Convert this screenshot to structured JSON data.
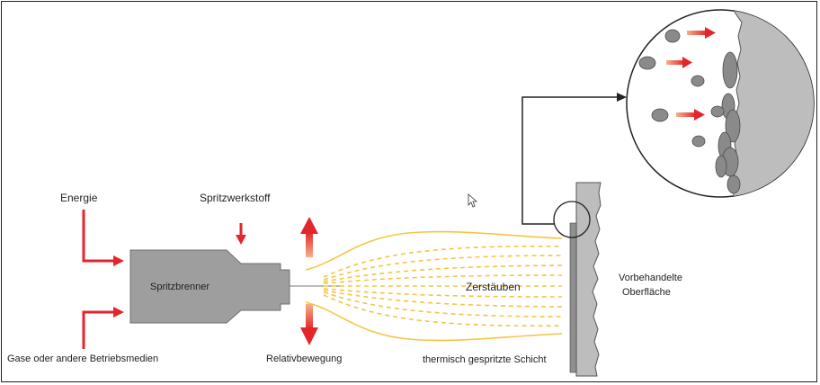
{
  "labels": {
    "energy": "Energie",
    "spray_material": "Spritzwerkstoff",
    "torch": "Spritzbrenner",
    "gases": "Gase oder andere Betriebsmedien",
    "relative_motion": "Relativbewegung",
    "atomizing": "Zerstäuben",
    "sprayed_layer": "thermisch gespritzte Schicht",
    "surface_line1": "Vorbehandelte",
    "surface_line2": "Oberfläche"
  },
  "colors": {
    "arrow_red": "#e3262b",
    "motion_arrow": "#ea5c3e",
    "spray_yellow": "#f5c542",
    "torch_gray": "#9e9e9e",
    "substrate_gray": "#bdbdbd",
    "particle_gray": "#8a8a8a",
    "outline": "#222222"
  },
  "icons": {
    "cursor": "mouse-pointer-icon"
  }
}
